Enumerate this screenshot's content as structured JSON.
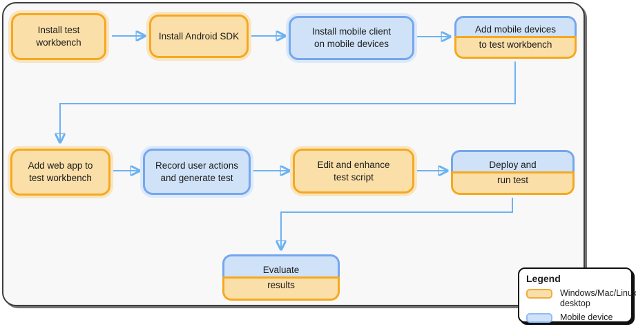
{
  "diagram": {
    "nodes": [
      {
        "id": "install-test-workbench",
        "type": "desktop",
        "lines": [
          "Install test",
          "workbench"
        ]
      },
      {
        "id": "install-android-sdk",
        "type": "desktop",
        "lines": [
          "Install Android SDK"
        ]
      },
      {
        "id": "install-mobile-client",
        "type": "mobile",
        "lines": [
          "Install mobile client",
          "on mobile devices"
        ]
      },
      {
        "id": "add-mobile-devices",
        "type": "mobile-desktop",
        "lines": [
          "Add mobile devices",
          "to test workbench"
        ]
      },
      {
        "id": "add-web-app",
        "type": "desktop",
        "lines": [
          "Add web app to",
          "test workbench"
        ]
      },
      {
        "id": "record-user-actions",
        "type": "mobile",
        "lines": [
          "Record user actions",
          "and generate test"
        ]
      },
      {
        "id": "edit-and-enhance",
        "type": "desktop",
        "lines": [
          "Edit and enhance",
          "test script"
        ]
      },
      {
        "id": "deploy-and-run",
        "type": "mobile-desktop",
        "lines": [
          "Deploy and",
          "run test"
        ]
      },
      {
        "id": "evaluate-results",
        "type": "mobile-desktop",
        "lines": [
          "Evaluate",
          "results"
        ]
      }
    ],
    "flow_order": [
      "install-test-workbench",
      "install-android-sdk",
      "install-mobile-client",
      "add-mobile-devices",
      "add-web-app",
      "record-user-actions",
      "edit-and-enhance",
      "deploy-and-run",
      "evaluate-results"
    ],
    "legend": {
      "title": "Legend",
      "items": [
        {
          "swatch": "desktop",
          "label": "Windows/Mac/Linux desktop",
          "lines": [
            "Windows/Mac/Linux",
            "desktop"
          ]
        },
        {
          "swatch": "mobile",
          "label": "Mobile device",
          "lines": [
            "Mobile device"
          ]
        }
      ]
    },
    "colors": {
      "desktop_fill": "#FBDFA9",
      "desktop_border": "#F5A81F",
      "mobile_fill": "#CFE2F8",
      "mobile_border": "#74A7EC",
      "arrow": "#6CB2F1",
      "frame_fill": "#F8F8F9",
      "frame_border": "#3D3D3D"
    }
  }
}
